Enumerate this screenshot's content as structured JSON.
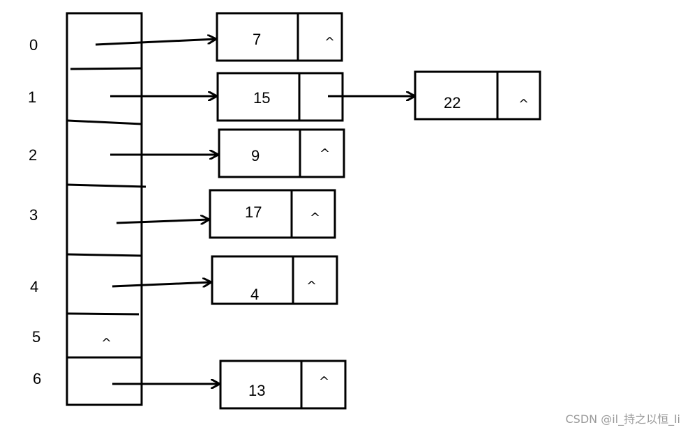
{
  "diagram": {
    "indices": [
      "0",
      "1",
      "2",
      "3",
      "4",
      "5",
      "6"
    ],
    "null_symbol": "^",
    "nodes": [
      {
        "id": "n0",
        "value": "7",
        "next": "^"
      },
      {
        "id": "n1",
        "value": "15",
        "next": ""
      },
      {
        "id": "n1b",
        "value": "22",
        "next": "^"
      },
      {
        "id": "n2",
        "value": "9",
        "next": "^"
      },
      {
        "id": "n3",
        "value": "17",
        "next": "^"
      },
      {
        "id": "n4",
        "value": "4",
        "next": "^"
      },
      {
        "id": "n6",
        "value": "13",
        "next": "^"
      }
    ],
    "watermark": "CSDN @il_持之以恒_li"
  }
}
